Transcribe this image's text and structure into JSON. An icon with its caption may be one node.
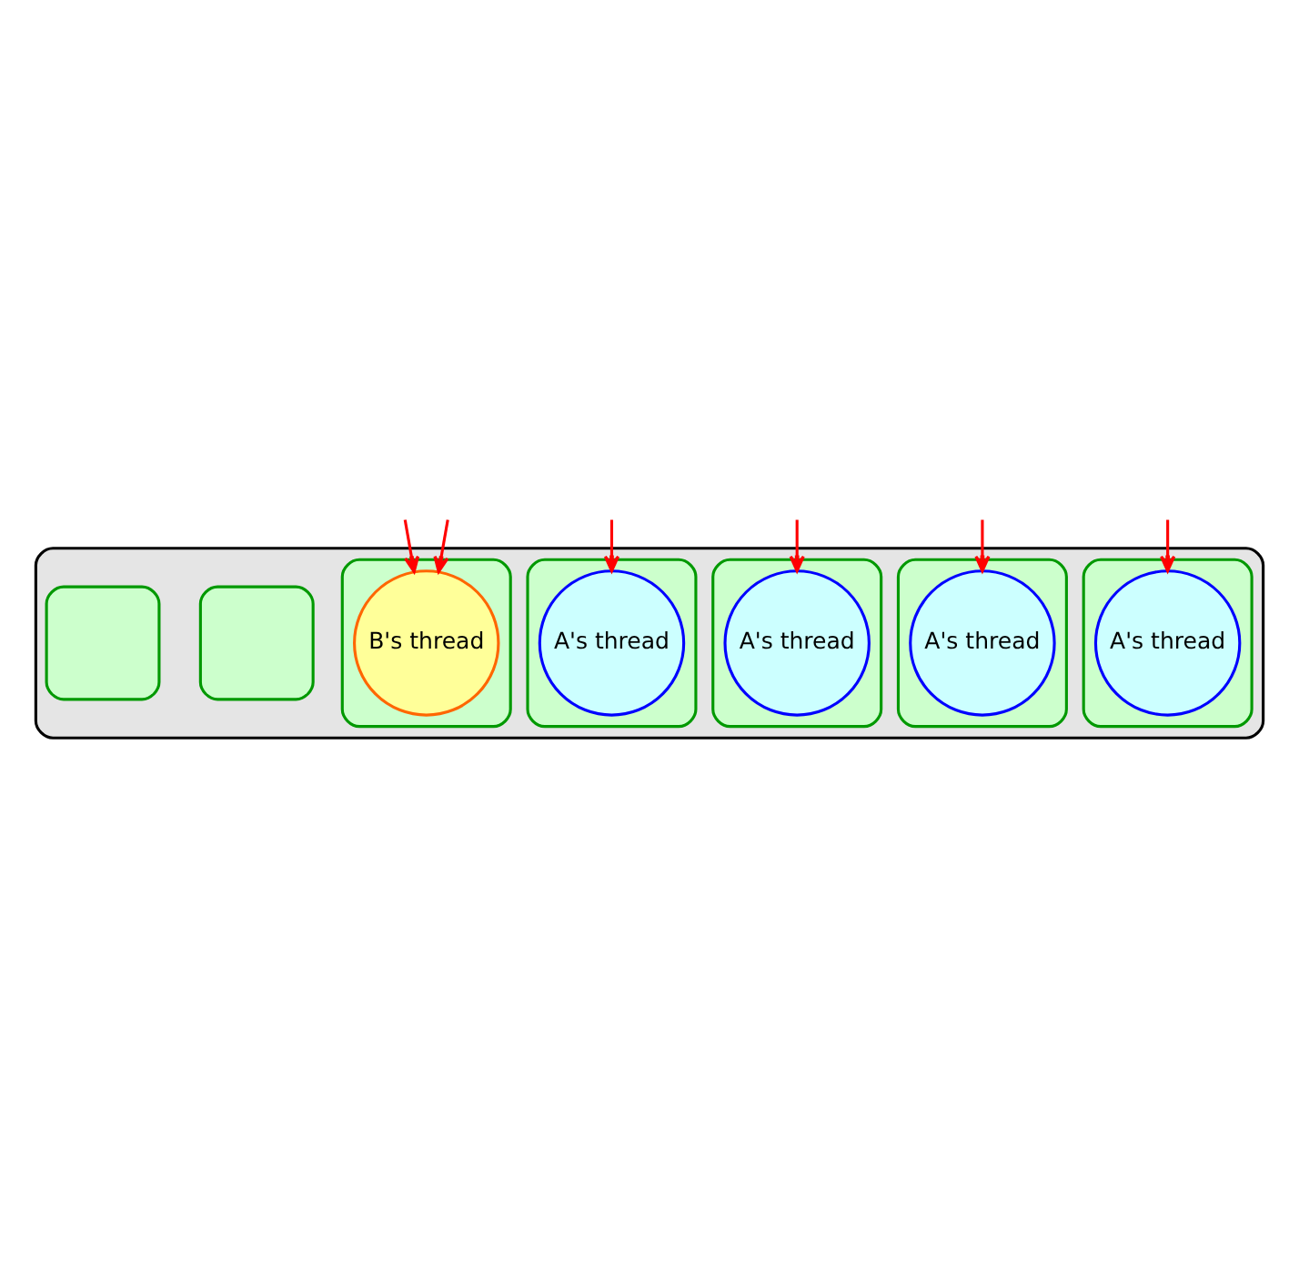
{
  "diagram": {
    "nodes": [
      {
        "text": [],
        "shape": "cloud"
      },
      {
        "text": [],
        "shape": "box",
        "in": 0
      },
      {
        "text": [],
        "shape": "box",
        "in": 0
      },
      {
        "text": [
          "B's thread"
        ],
        "in": 2
      },
      {
        "text": [],
        "shape": "box",
        "in": 0
      },
      {
        "text": [
          "A's thread"
        ],
        "in": 4
      },
      {
        "text": [],
        "shape": "box",
        "in": 0
      },
      {
        "text": [
          "A's thread"
        ],
        "in": 6
      },
      {
        "text": [],
        "shape": "box",
        "in": 0
      },
      {
        "text": [],
        "shape": "box",
        "in": 0
      },
      {
        "text": [
          "A's thread"
        ],
        "in": 9
      },
      {
        "text": [],
        "shape": "box",
        "in": 0
      },
      {
        "text": [
          "A's thread"
        ],
        "in": 11
      }
    ],
    "edges": [
      {
        "from": null,
        "to": 3,
        "arrow": "to"
      },
      {
        "from": null,
        "to": 3,
        "arrow": "to"
      },
      {
        "from": null,
        "to": 5,
        "arrow": "to"
      },
      {
        "from": null,
        "to": 10,
        "arrow": "to"
      },
      {
        "from": null,
        "to": 7,
        "arrow": "to"
      },
      {
        "from": null,
        "to": 12,
        "arrow": "to"
      }
    ]
  }
}
